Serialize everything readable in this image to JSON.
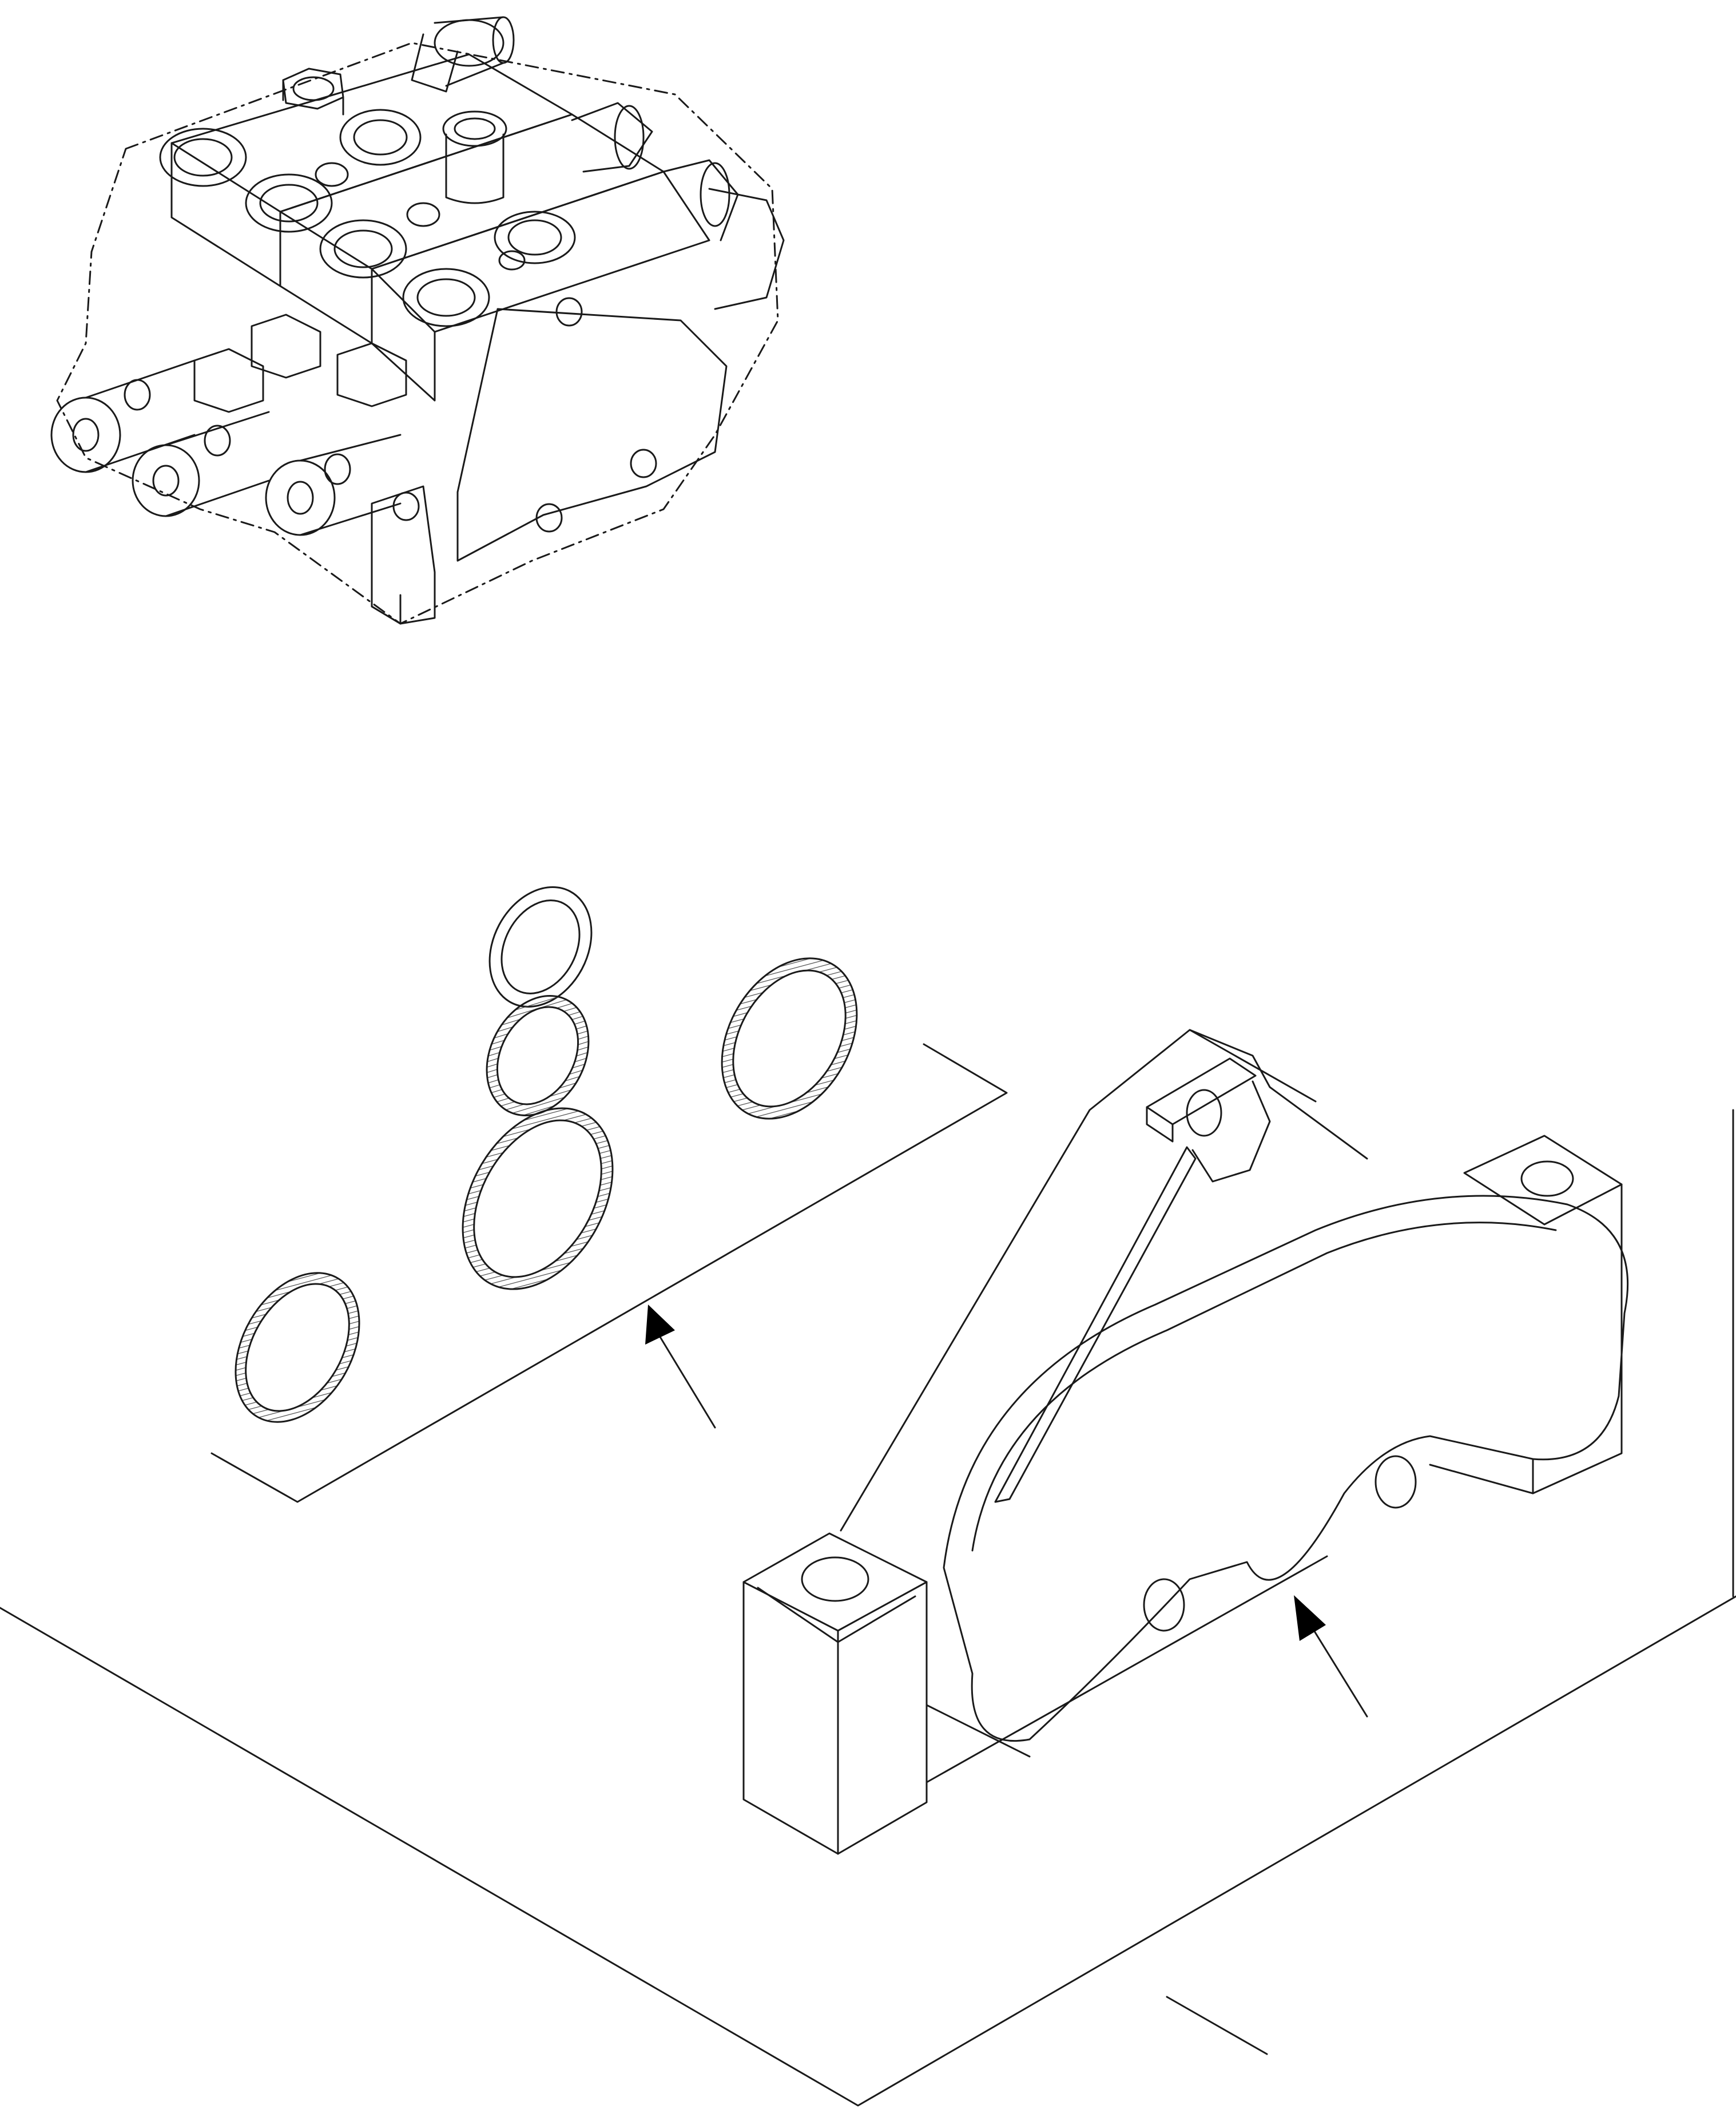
{
  "figure": {
    "kind": "exploded-parts-illustration",
    "caption": "",
    "colors": {
      "line": "#1a1a1a",
      "hatch": "#4a4a4a",
      "background": "#ffffff"
    }
  },
  "parts": [
    {
      "id": "control-valve-assembly",
      "role": "locator view, mounting face hatched"
    },
    {
      "id": "o-ring-seal-set",
      "count": 5,
      "icon": "o-ring-icon"
    },
    {
      "id": "gasket-plate",
      "icon": "gasket-icon"
    },
    {
      "id": "valve-mounting-bracket",
      "icon": "bracket-icon"
    }
  ],
  "callouts": [
    {
      "id": "seal-set-arrow",
      "icon": "arrow-icon",
      "points_to": "gasket-plate"
    },
    {
      "id": "bracket-arrow",
      "icon": "arrow-icon",
      "points_to": "valve-mounting-bracket"
    }
  ]
}
